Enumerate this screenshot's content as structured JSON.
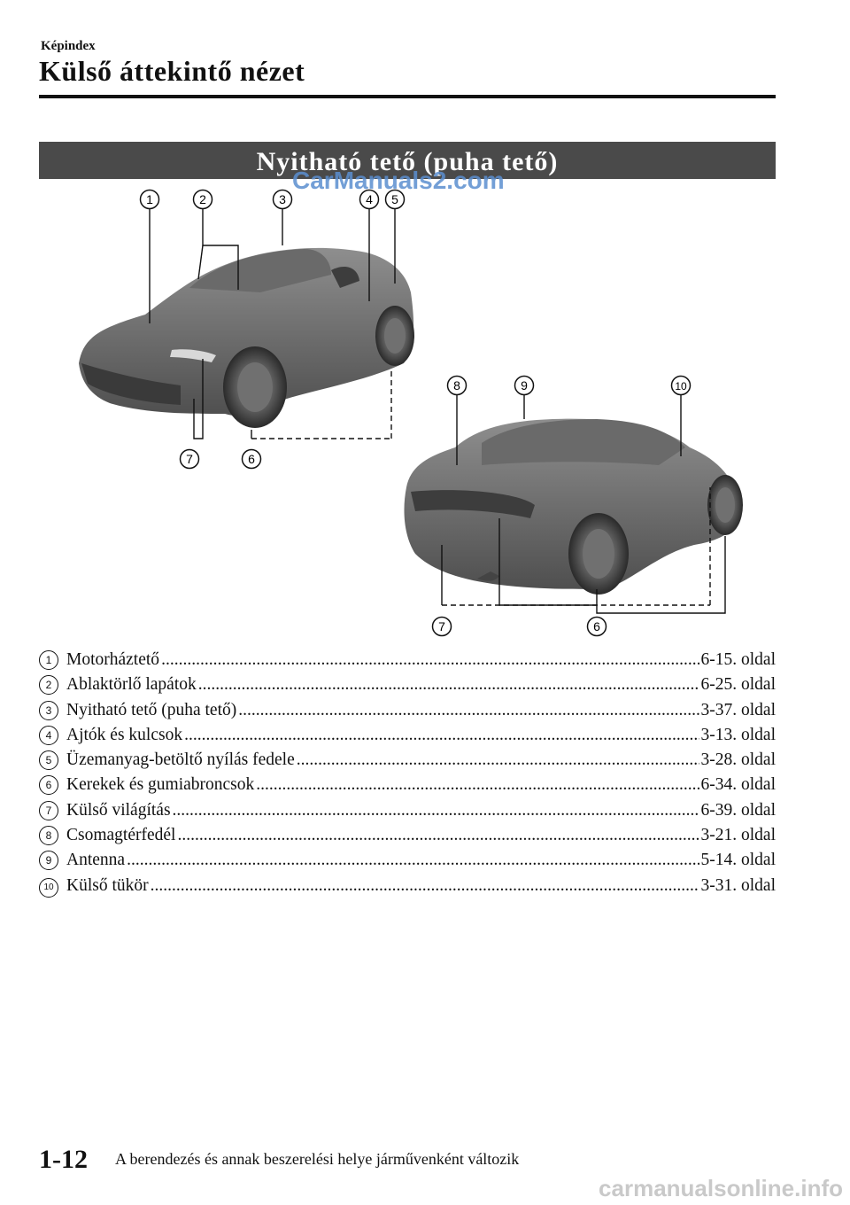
{
  "header": {
    "section": "Képindex",
    "title": "Külső áttekintő nézet"
  },
  "banner": "Nyitható tető (puha tető)",
  "watermark_top": "CarManuals2.com",
  "callouts": {
    "front": [
      "1",
      "2",
      "3",
      "4",
      "5",
      "7",
      "6"
    ],
    "rear": [
      "8",
      "9",
      "10",
      "7",
      "6"
    ]
  },
  "items": [
    {
      "num": "1",
      "label": "Motorháztető",
      "page": "6-15. oldal"
    },
    {
      "num": "2",
      "label": "Ablaktörlő lapátok",
      "page": "6-25. oldal"
    },
    {
      "num": "3",
      "label": "Nyitható tető (puha tető)",
      "page": "3-37. oldal"
    },
    {
      "num": "4",
      "label": "Ajtók és kulcsok",
      "page": "3-13. oldal"
    },
    {
      "num": "5",
      "label": "Üzemanyag-betöltő nyílás fedele",
      "page": "3-28. oldal"
    },
    {
      "num": "6",
      "label": "Kerekek és gumiabroncsok",
      "page": "6-34. oldal"
    },
    {
      "num": "7",
      "label": "Külső világítás",
      "page": "6-39. oldal"
    },
    {
      "num": "8",
      "label": "Csomagtérfedél",
      "page": "3-21. oldal"
    },
    {
      "num": "9",
      "label": "Antenna",
      "page": "5-14. oldal"
    },
    {
      "num": "10",
      "label": "Külső tükör",
      "page": "3-31. oldal"
    }
  ],
  "footer": {
    "page_number": "1-12",
    "note": "A berendezés és annak beszerelési helye járművenként változik"
  },
  "watermark_bottom": "carmanualsonline.info"
}
